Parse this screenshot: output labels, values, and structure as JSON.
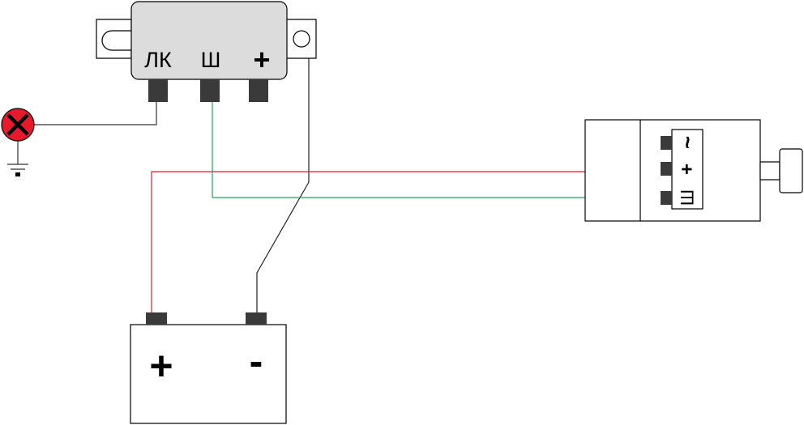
{
  "regulator": {
    "terminals": [
      {
        "id": "lk",
        "label": "ЛК"
      },
      {
        "id": "sh",
        "label": "Ш"
      },
      {
        "id": "plus",
        "label": "+"
      }
    ]
  },
  "generator": {
    "terminals": [
      {
        "id": "ac",
        "label": "~"
      },
      {
        "id": "plus",
        "label": "+"
      },
      {
        "id": "sh",
        "label": "Ш"
      }
    ]
  },
  "battery": {
    "terminals": [
      {
        "id": "plus",
        "label": "+"
      },
      {
        "id": "minus",
        "label": "-"
      }
    ]
  },
  "colors": {
    "outline": "#000000",
    "terminal": "#3a3a3a",
    "regulator_body": "#dcdcdc",
    "wire_plus": "#e8192c",
    "wire_field": "#22a35a",
    "wire_lamp": "#333333",
    "lamp_fill": "#e8192c"
  },
  "icons": {
    "lamp": "indicator-lamp-icon",
    "ground": "ground-icon"
  }
}
